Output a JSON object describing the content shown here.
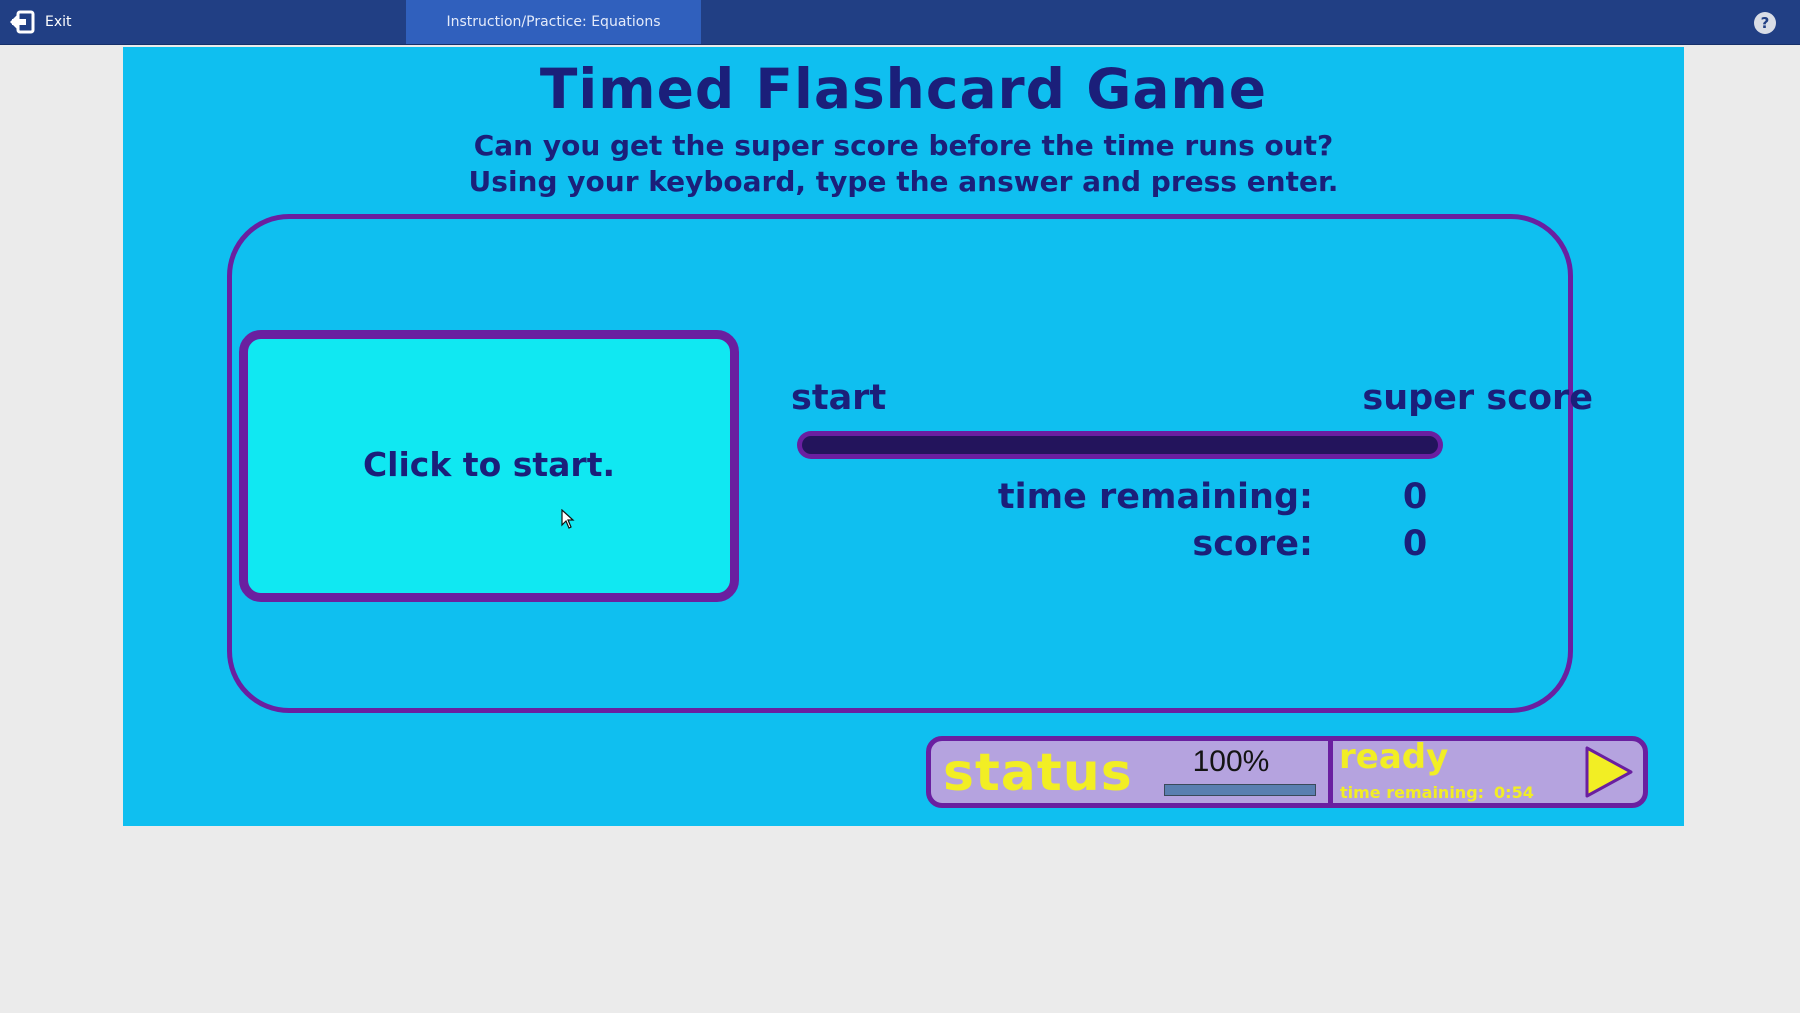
{
  "topbar": {
    "exit_label": "Exit",
    "tab_label": "Instruction/Practice: Equations",
    "help_label": "?",
    "icons": {
      "exit": "exit-door-icon",
      "help": "help-circle-icon"
    }
  },
  "game": {
    "title": "Timed Flashcard Game",
    "subtitle_line1": "Can you get the super score before the time runs out?",
    "subtitle_line2": "Using your keyboard, type the answer and press enter.",
    "card_prompt": "Click to start.",
    "progress_start_label": "start",
    "progress_end_label": "super score",
    "progress_fraction": 0.0,
    "time_remaining_label": "time remaining:",
    "time_remaining_value": "0",
    "score_label": "score:",
    "score_value": "0"
  },
  "status_bar": {
    "status_label": "status",
    "percent": "100%",
    "progress_fraction": 1.0,
    "ready_label": "ready",
    "time_remaining_label": "time remaining:",
    "time_remaining_value": "0:54",
    "play_icon": "play-triangle-icon"
  },
  "colors": {
    "topbar": "#213f84",
    "tab_active": "#3060bd",
    "stage": "#0fbff0",
    "text": "#1b1f7a",
    "panel_border": "#6a1fa0",
    "card": "#10e8f2",
    "status_bg": "#b5a3df",
    "status_text": "#f2ee24"
  }
}
